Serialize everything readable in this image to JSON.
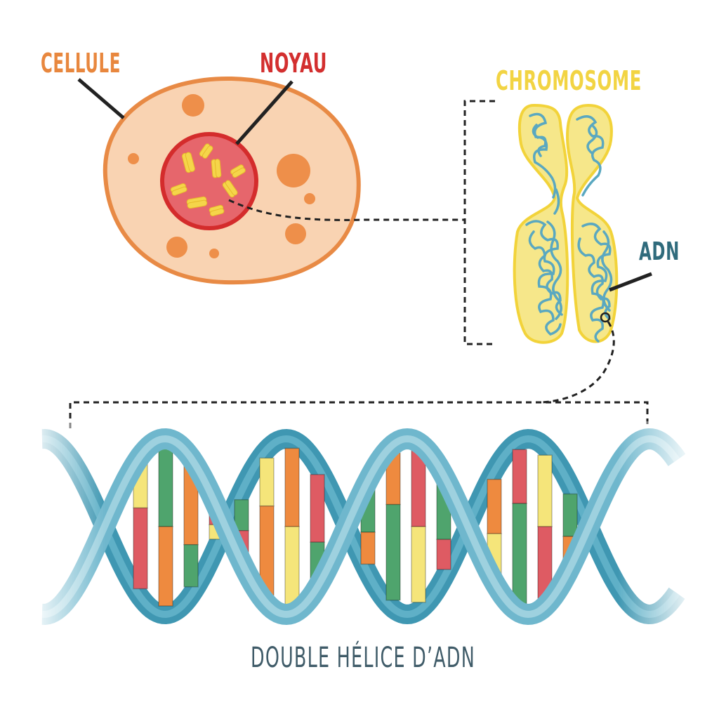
{
  "labels": {
    "cell": "CELLULE",
    "nucleus": "NOYAU",
    "chromosome": "CHROMOSOME",
    "dna": "ADN",
    "helix": "DOUBLE HÉLICE D’ADN"
  },
  "colors": {
    "cell_label": "#e8873e",
    "nucleus_label": "#d32f2f",
    "chromosome_label": "#f2d443",
    "dna_label": "#2f6b7c",
    "helix_label": "#3f5b68",
    "cell_fill": "#f9d3b2",
    "cell_stroke": "#e88a45",
    "organelle": "#ee8f4a",
    "nucleus_fill": "#e6666c",
    "nucleus_stroke": "#d42c2c",
    "chromosome_fill": "#f6e78a",
    "chromosome_stroke": "#f2d33a",
    "dna_strand": "#5aa8c0",
    "helix_front": "#6fb7cd",
    "helix_back": "#3f97b2",
    "base_yellow": "#f5e57a",
    "base_green": "#4fa46d",
    "base_red": "#de5b63",
    "base_orange": "#ee8a3f",
    "leader": "#222222"
  }
}
